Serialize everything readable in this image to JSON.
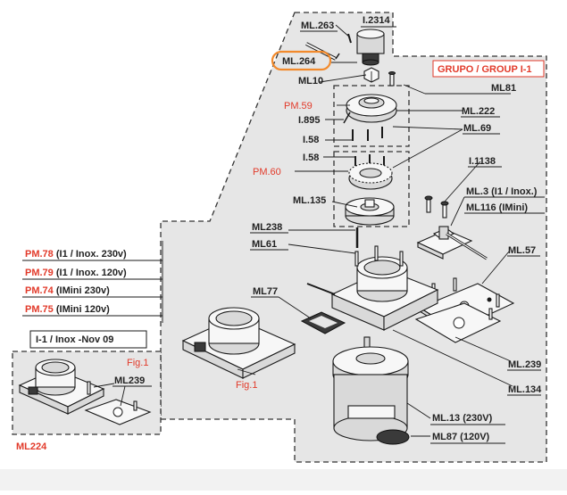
{
  "group_label": "GRUPO / GROUP I-1",
  "parts": {
    "ml263": "ML.263",
    "i2314": "I.2314",
    "ml264": "ML.264",
    "ml10": "ML10",
    "ml81": "ML81",
    "pm59": "PM.59",
    "ml222": "ML.222",
    "i895": "I.895",
    "ml69": "ML.69",
    "i58a": "I.58",
    "i58b": "I.58",
    "pm60": "PM.60",
    "i1138": "I.1138",
    "ml135": "ML.135",
    "ml3": "ML.3 (I1 / Inox.)",
    "ml116": "ML116 (IMini)",
    "ml238": "ML238",
    "ml61": "ML61",
    "ml57": "ML.57",
    "ml77": "ML77",
    "ml239a": "ML.239",
    "ml134": "ML.134",
    "ml13": "ML.13 (230V)",
    "ml87": "ML87 (120V)",
    "fig1a": "Fig.1",
    "fig1b": "Fig.1",
    "ml239b": "ML239",
    "ml224": "ML224"
  },
  "variants": [
    {
      "code": "PM.78",
      "desc": " (I1 / Inox. 230v)"
    },
    {
      "code": "PM.79",
      "desc": " (I1 / Inox. 120v)"
    },
    {
      "code": "PM.74",
      "desc": " (IMini 230v)"
    },
    {
      "code": "PM.75",
      "desc": " (IMini 120v)"
    }
  ],
  "inset_title": "I-1 / Inox -Nov 09",
  "colors": {
    "highlight": "#f28a2c",
    "red_text": "#e23a2a",
    "group_fill": "#e6e6e6"
  }
}
